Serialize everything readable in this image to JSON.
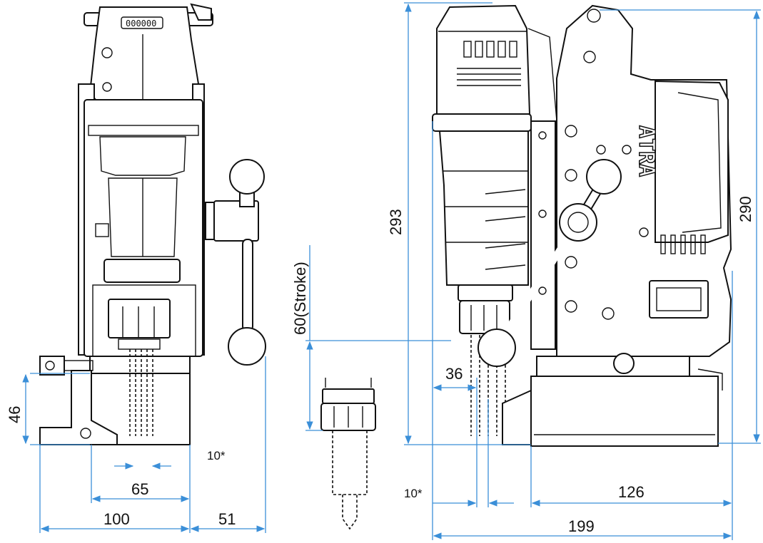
{
  "colors": {
    "dimension_line": "#3b8fd8",
    "line_art": "#111111"
  },
  "logo_text": "ATRA",
  "badge_text": "000000",
  "dimensions": {
    "front_height": "46",
    "front_offset": "10*",
    "front_width_65": "65",
    "front_width_100": "100",
    "front_handle_51": "51",
    "stroke": "60(Stroke)",
    "side_height_293": "293",
    "side_height_290": "290",
    "side_offset_36": "36",
    "side_offset_10": "10*",
    "side_base_126": "126",
    "side_total_199": "199"
  }
}
